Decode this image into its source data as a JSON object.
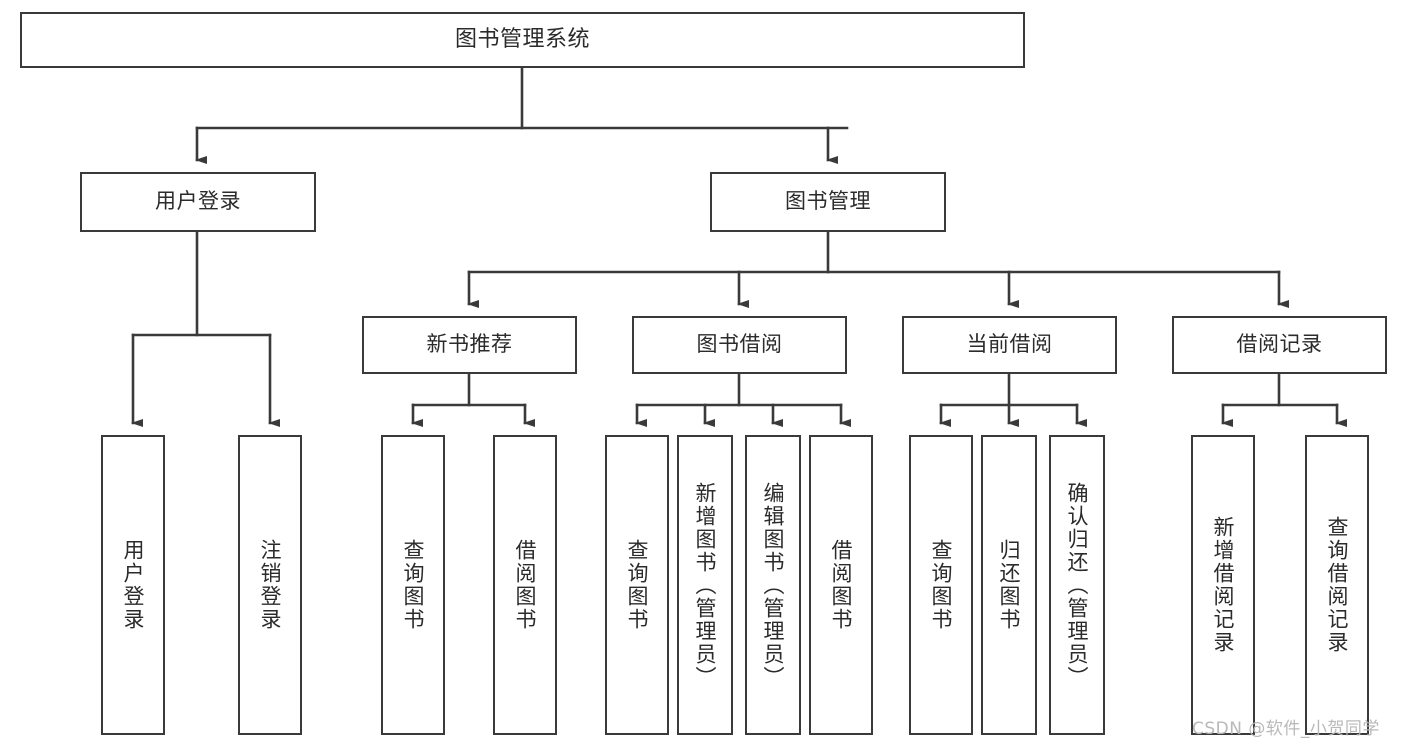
{
  "diagram": {
    "title_text": "图书管理系统",
    "type": "tree-hierarchy-chart",
    "stroke_color": "#3a3a3a",
    "background_color": "#ffffff",
    "text_color": "#2b2b2b",
    "nodes": {
      "root": {
        "label": "图书管理系统"
      },
      "level2": [
        {
          "id": "user-login",
          "label": "用户登录"
        },
        {
          "id": "book-manage",
          "label": "图书管理"
        }
      ],
      "level3": [
        {
          "id": "new-book-recommend",
          "label": "新书推荐"
        },
        {
          "id": "book-borrow",
          "label": "图书借阅"
        },
        {
          "id": "current-borrow",
          "label": "当前借阅"
        },
        {
          "id": "borrow-record",
          "label": "借阅记录"
        }
      ],
      "leaves": [
        {
          "id": "leaf-user-login",
          "label": "用户登录",
          "parent": "user-login"
        },
        {
          "id": "leaf-logout",
          "label": "注销登录",
          "parent": "user-login"
        },
        {
          "id": "leaf-query-book-1",
          "label": "查询图书",
          "parent": "new-book-recommend"
        },
        {
          "id": "leaf-borrow-book-1",
          "label": "借阅图书",
          "parent": "new-book-recommend"
        },
        {
          "id": "leaf-query-book-2",
          "label": "查询图书",
          "parent": "book-borrow"
        },
        {
          "id": "leaf-add-book",
          "label": "新增图书（管理员）",
          "parent": "book-borrow"
        },
        {
          "id": "leaf-edit-book",
          "label": "编辑图书（管理员）",
          "parent": "book-borrow"
        },
        {
          "id": "leaf-borrow-book-2",
          "label": "借阅图书",
          "parent": "book-borrow"
        },
        {
          "id": "leaf-query-book-3",
          "label": "查询图书",
          "parent": "current-borrow"
        },
        {
          "id": "leaf-return-book",
          "label": "归还图书",
          "parent": "current-borrow"
        },
        {
          "id": "leaf-confirm-return",
          "label": "确认归还（管理员）",
          "parent": "current-borrow"
        },
        {
          "id": "leaf-add-record",
          "label": "新增借阅记录",
          "parent": "borrow-record"
        },
        {
          "id": "leaf-query-record",
          "label": "查询借阅记录",
          "parent": "borrow-record"
        }
      ]
    },
    "watermark": "CSDN @软件_小贺同学"
  }
}
